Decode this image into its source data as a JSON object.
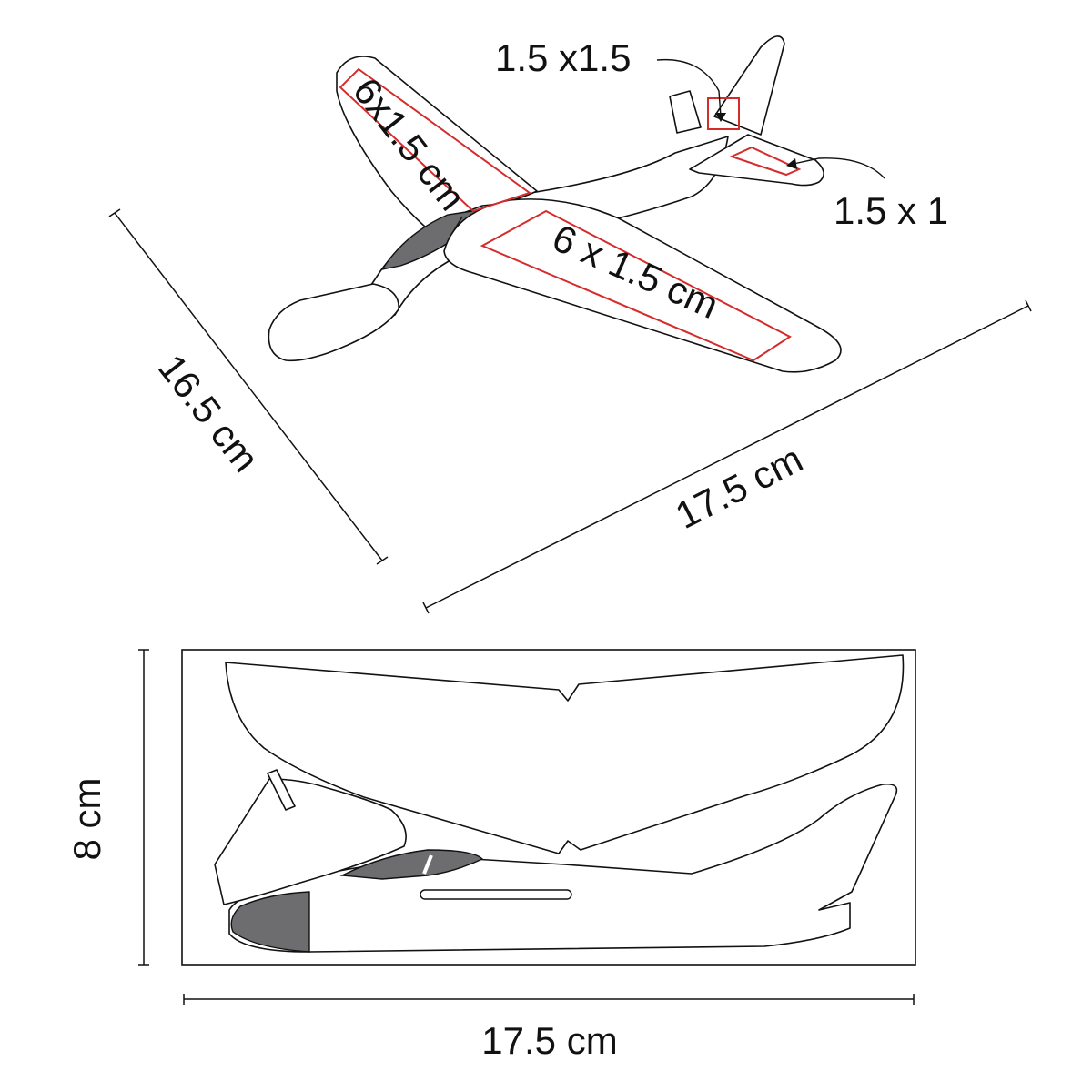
{
  "colors": {
    "outline": "#111111",
    "print_area": "#d62b2b",
    "canopy": "#6d6d70",
    "background": "#ffffff"
  },
  "assembled_view": {
    "labels": {
      "wing_left_area": "6x1.5 cm",
      "wing_right_area": "6 x 1.5 cm",
      "tail_fin_area": "1.5 x1.5",
      "tail_stabilizer_area": "1.5 x 1",
      "depth_dimension": "16.5 cm",
      "width_dimension": "17.5 cm"
    }
  },
  "flat_kit_view": {
    "labels": {
      "height_dimension": "8 cm",
      "width_dimension": "17.5 cm"
    }
  }
}
